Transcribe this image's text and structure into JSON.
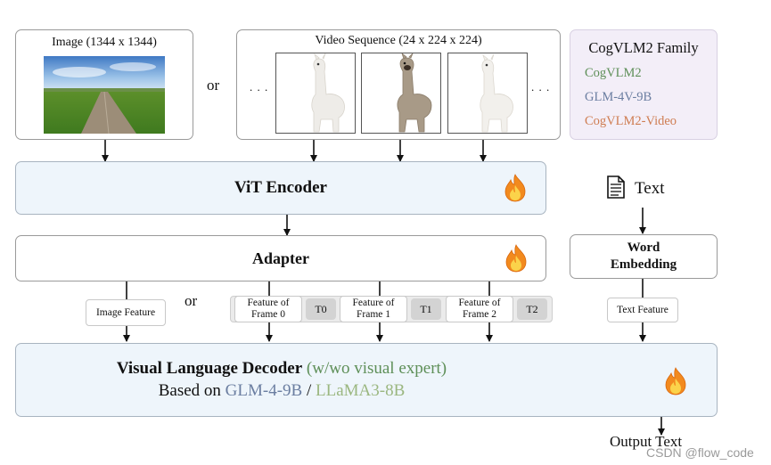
{
  "image_box": {
    "title": "Image (1344 x 1344)"
  },
  "or_top": "or",
  "video_box": {
    "title": "Video Sequence (24 x 224 x 224)",
    "ellipsis_left": ". . .",
    "ellipsis_right": ". . ."
  },
  "family": {
    "title": "CogVLM2 Family",
    "items": [
      {
        "label": "CogVLM2",
        "color": "#5e8f58"
      },
      {
        "label": "GLM-4V-9B",
        "color": "#6b7ea1"
      },
      {
        "label": "CogVLM2-Video",
        "color": "#cf7d52"
      }
    ]
  },
  "vit": {
    "label": "ViT Encoder"
  },
  "text_input": {
    "label": "Text"
  },
  "adapter": {
    "label": "Adapter"
  },
  "word_embedding": {
    "line1": "Word",
    "line2": "Embedding"
  },
  "features": {
    "image_feature": "Image Feature",
    "or": "or",
    "frames": [
      {
        "line1": "Feature of",
        "line2": "Frame 0",
        "token": "T0"
      },
      {
        "line1": "Feature of",
        "line2": "Frame 1",
        "token": "T1"
      },
      {
        "line1": "Feature of",
        "line2": "Frame 2",
        "token": "T2"
      }
    ],
    "text_feature": "Text Feature"
  },
  "decoder": {
    "title": "Visual Language Decoder",
    "paren": "(w/wo visual expert)",
    "based_prefix": "Based on",
    "model_a": "GLM-4-9B",
    "sep": "/",
    "model_b": "LLaMA3-8B",
    "paren_color": "#5e8f58",
    "model_a_color": "#6b7ea1",
    "model_b_color": "#9bb780"
  },
  "output": {
    "label": "Output Text"
  },
  "watermark": "CSDN @flow_code",
  "colors": {
    "flame_outer": "#f28a1e",
    "flame_inner": "#fbd34a",
    "panel_bg": "#eef5fb",
    "family_bg": "#f3eef8"
  }
}
